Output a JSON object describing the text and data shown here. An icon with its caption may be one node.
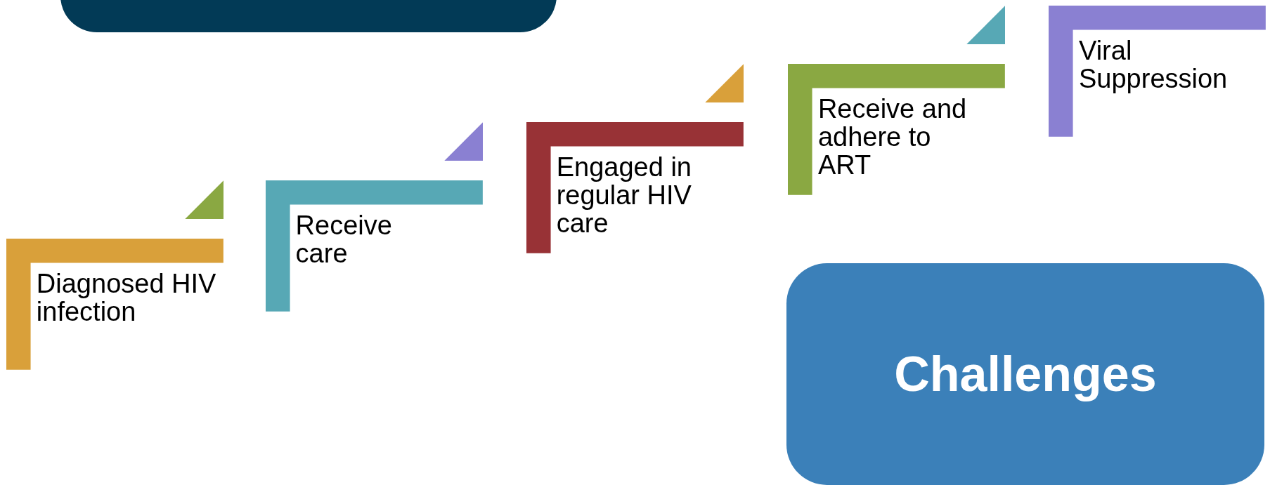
{
  "diagram": {
    "nodes": [
      {
        "text": [],
        "shape": "box"
      },
      {
        "text": [
          "Diagnosed HIV infection"
        ]
      },
      {
        "text": [
          "Receive care"
        ]
      },
      {
        "text": [
          "Engaged in regular HIV care"
        ]
      },
      {
        "text": [
          "Receive and adhere to ART"
        ]
      },
      {
        "text": [
          "Viral Suppression"
        ]
      },
      {
        "text": [
          "Challenges"
        ]
      }
    ]
  }
}
